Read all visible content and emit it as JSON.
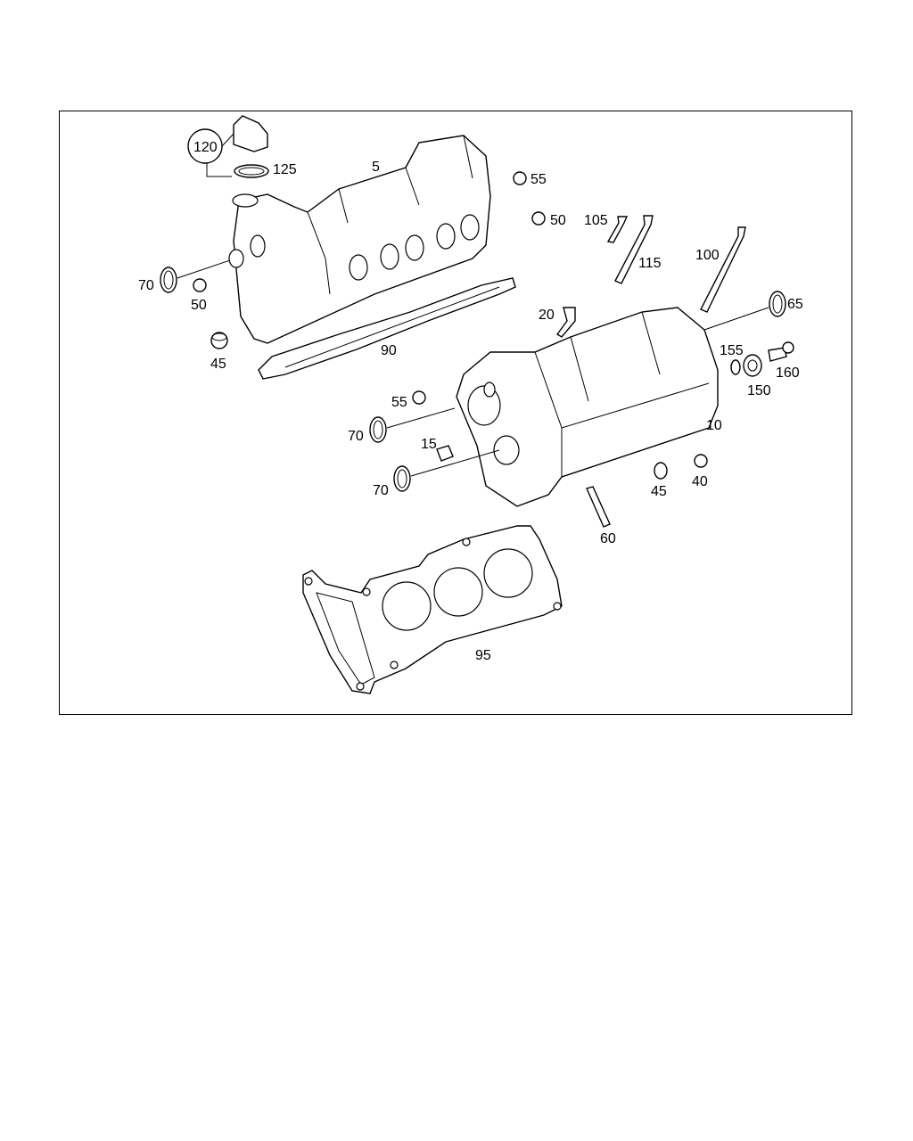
{
  "labels": {
    "p120": "120",
    "p125": "125",
    "p5": "5",
    "p55a": "55",
    "p50a": "50",
    "p105": "105",
    "p115": "115",
    "p100": "100",
    "p70a": "70",
    "p50b": "50",
    "p65": "65",
    "p20": "20",
    "p45a": "45",
    "p90": "90",
    "p155": "155",
    "p160": "160",
    "p150": "150",
    "p55b": "55",
    "p70b": "70",
    "p15": "15",
    "p10": "10",
    "p70c": "70",
    "p45b": "45",
    "p40": "40",
    "p60": "60",
    "p95": "95"
  }
}
